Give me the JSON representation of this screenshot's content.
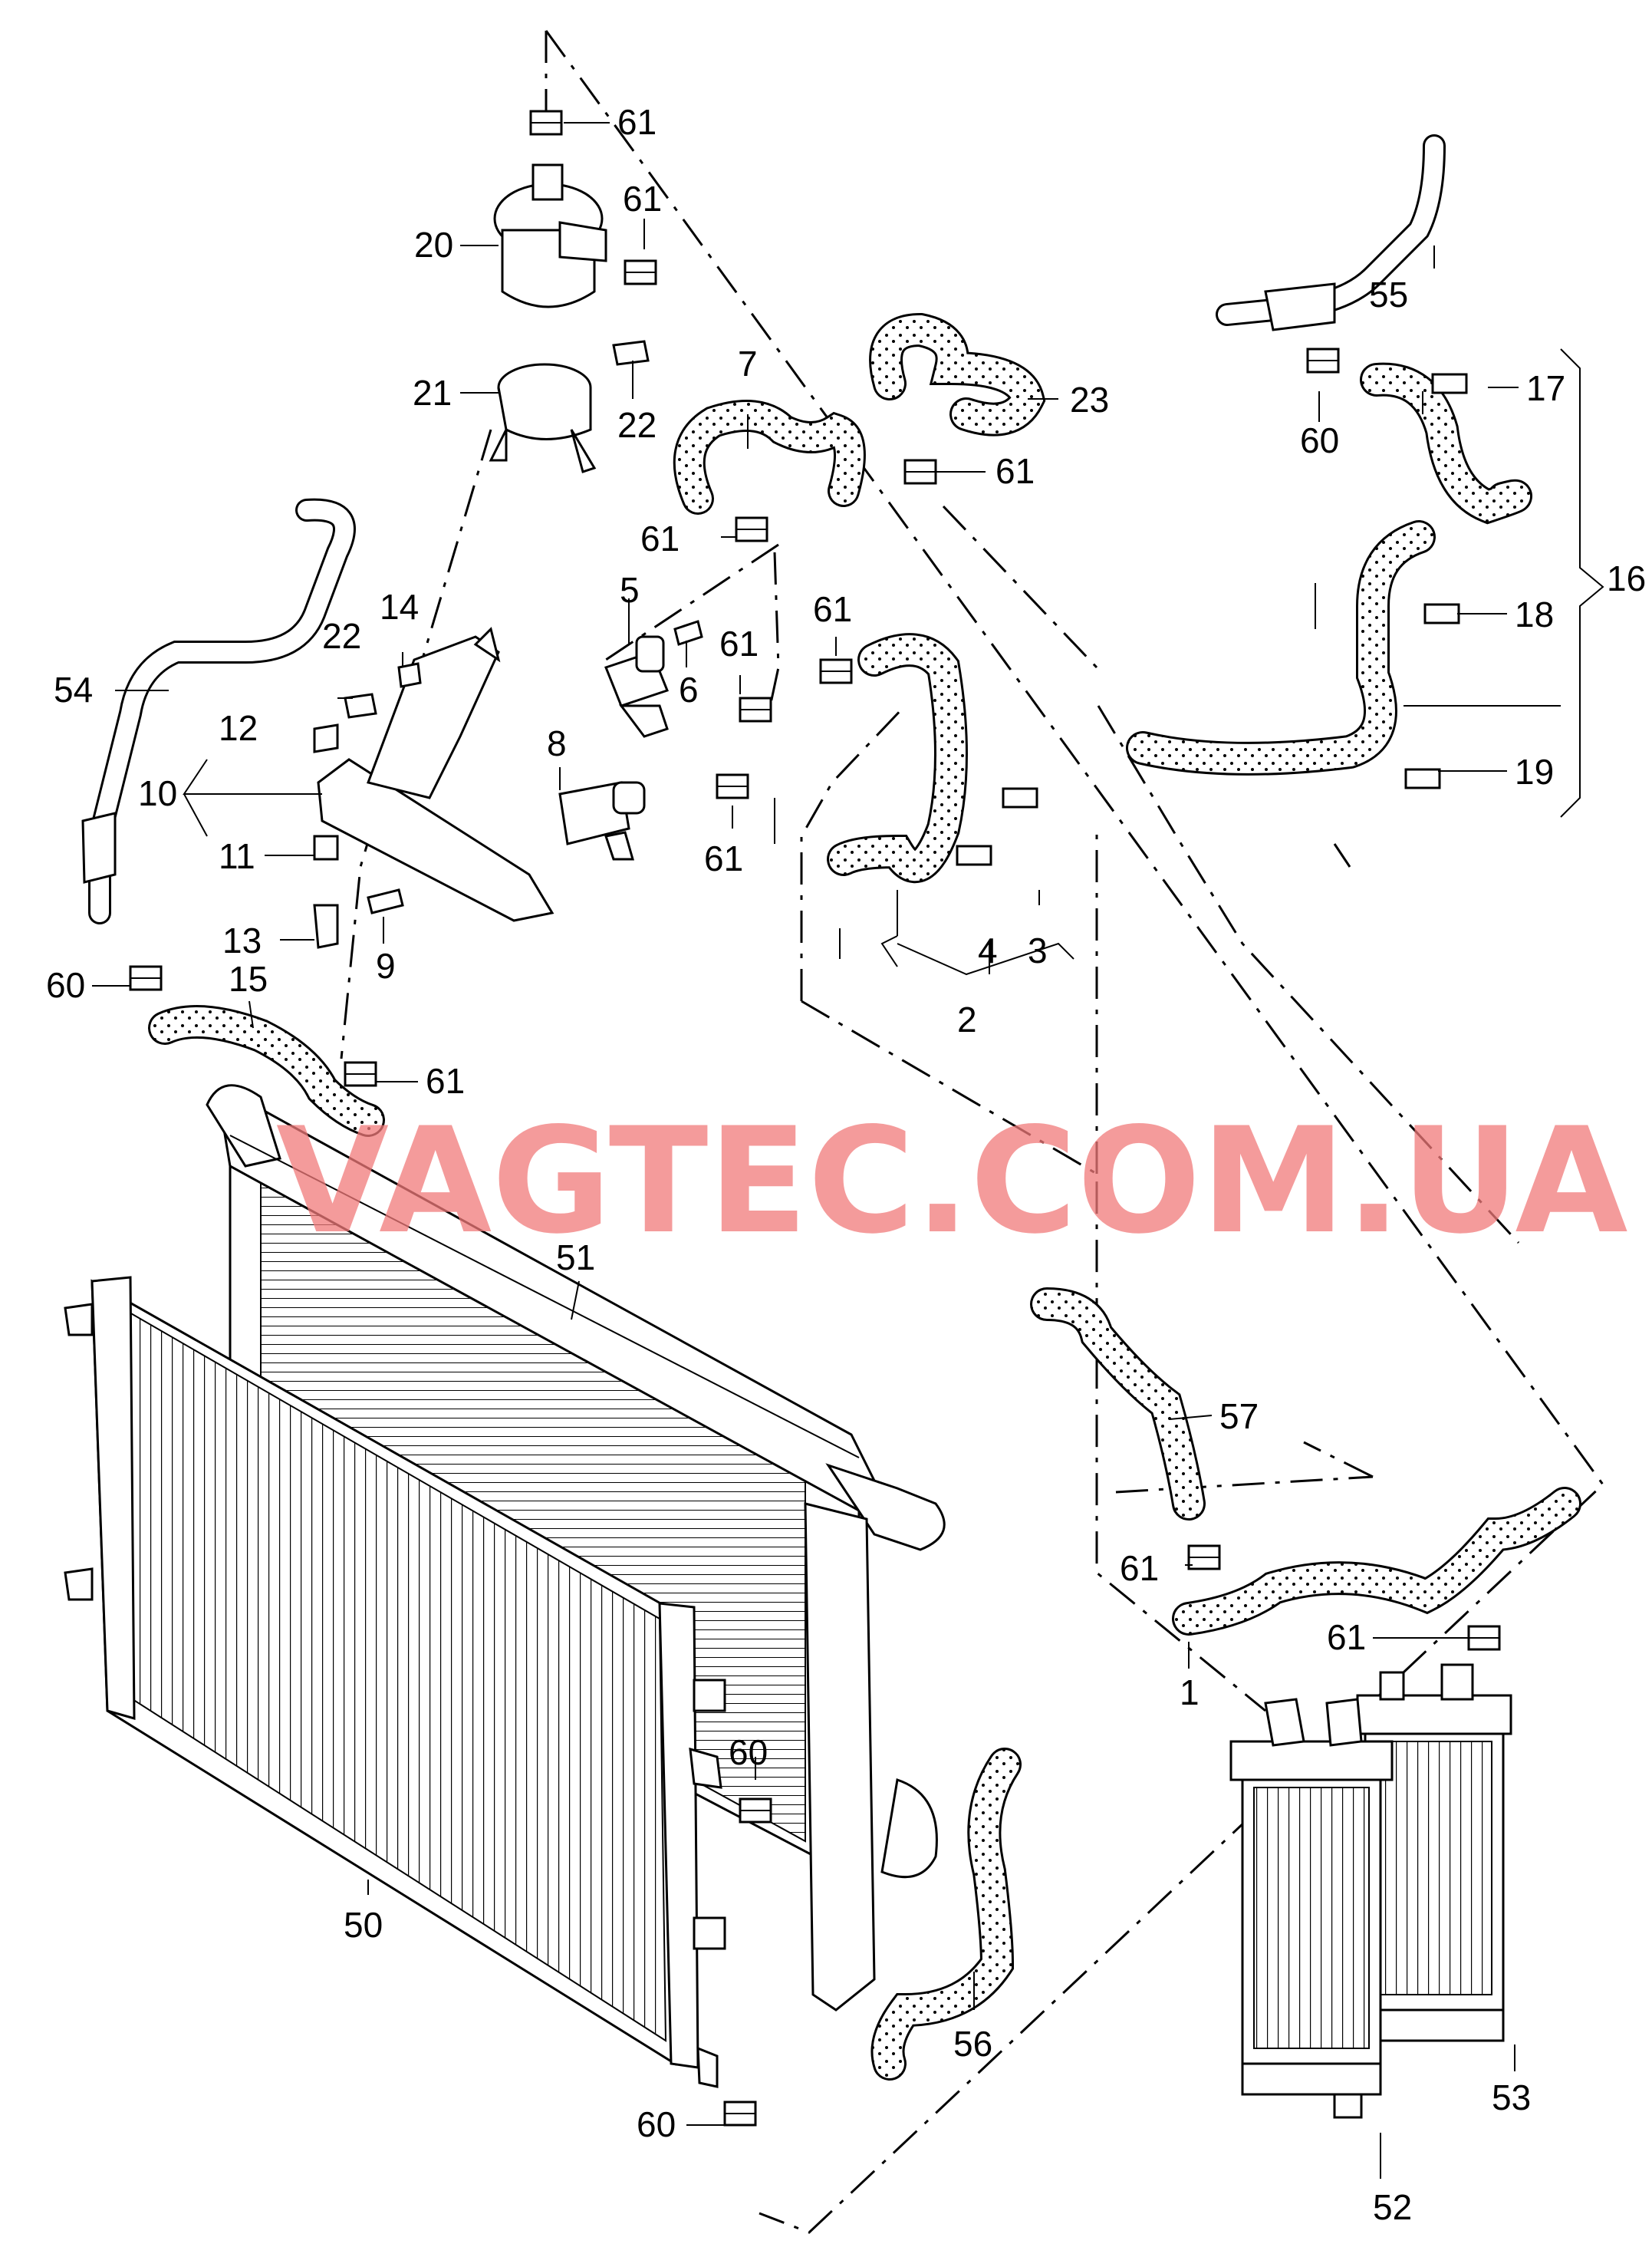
{
  "watermark": "VAGTEC.COM.UA",
  "callouts": {
    "c1": "1",
    "c2": "2",
    "c3": "3",
    "c4": "4",
    "c5": "5",
    "c6": "6",
    "c7": "7",
    "c8": "8",
    "c9": "9",
    "c10": "10",
    "c11": "11",
    "c12": "12",
    "c13": "13",
    "c14": "14",
    "c15": "15",
    "c16": "16",
    "c17": "17",
    "c18": "18",
    "c19": "19",
    "c20": "20",
    "c21": "21",
    "c22a": "22",
    "c22b": "22",
    "c23": "23",
    "c50": "50",
    "c51": "51",
    "c52": "52",
    "c53": "53",
    "c54": "54",
    "c55": "55",
    "c56": "56",
    "c57": "57",
    "c60a": "60",
    "c60b": "60",
    "c60c": "60",
    "c60d": "60",
    "c61a": "61",
    "c61b": "61",
    "c61c": "61",
    "c61d": "61",
    "c61e": "61",
    "c61f": "61",
    "c61g": "61",
    "c61h": "61",
    "c61i": "61",
    "c61j": "61"
  }
}
